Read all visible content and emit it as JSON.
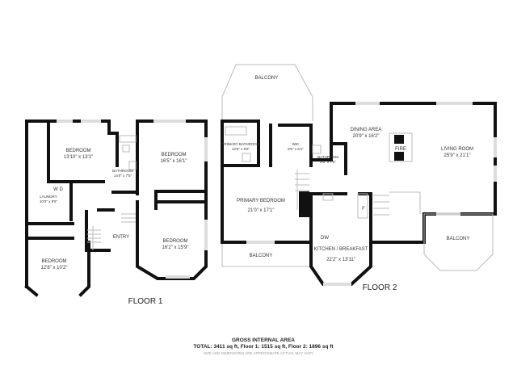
{
  "floor1": {
    "label": "FLOOR 1",
    "rooms": [
      {
        "name": "BEDROOM",
        "size": "13'10\" x 13'1\""
      },
      {
        "name": "BATHROOM",
        "size": "14'0\" x 7'5\""
      },
      {
        "name": "BEDROOM",
        "size": "16'5\" x 16'1\""
      },
      {
        "name": "LAUNDRY",
        "size": "10'0\" x 9'5\""
      },
      {
        "name": "ENTRY",
        "size": ""
      },
      {
        "name": "BEDROOM",
        "size": "16'2\" x 15'9\""
      },
      {
        "name": "BEDROOM",
        "size": "12'8\" x 10'2\""
      }
    ],
    "appliance_label": "W  D"
  },
  "floor2": {
    "label": "FLOOR 2",
    "rooms": [
      {
        "name": "BALCONY",
        "size": ""
      },
      {
        "name": "PRIMARY BATHROOM",
        "size": "12'6\" x 6'6\""
      },
      {
        "name": "WIC",
        "size": "9'5\" x 6'1\""
      },
      {
        "name": "BATHROOM",
        "size": "9'6\" x 7'0\""
      },
      {
        "name": "PRIMARY BEDROOM",
        "size": "21'0\" x 17'1\""
      },
      {
        "name": "BALCONY",
        "size": ""
      },
      {
        "name": "KITCHEN / BREAKFAST",
        "size": "22'2\" x 13'11\""
      },
      {
        "name": "DINING AREA",
        "size": "20'9\" x 16'2\""
      },
      {
        "name": "LIVING ROOM",
        "size": "25'9\" x 21'1\""
      },
      {
        "name": "BALCONY",
        "size": ""
      }
    ],
    "fire_label": "FIRE",
    "dw_label": "DW",
    "f_label": "F"
  },
  "footer": {
    "title": "GROSS INTERNAL AREA",
    "total": "TOTAL: 3411 sq ft, Floor 1: 1515 sq ft, Floor 2: 1896 sq ft",
    "note": "SIZE AND DIMENSIONS ARE APPROXIMATE ACTUAL MAY VARY"
  }
}
